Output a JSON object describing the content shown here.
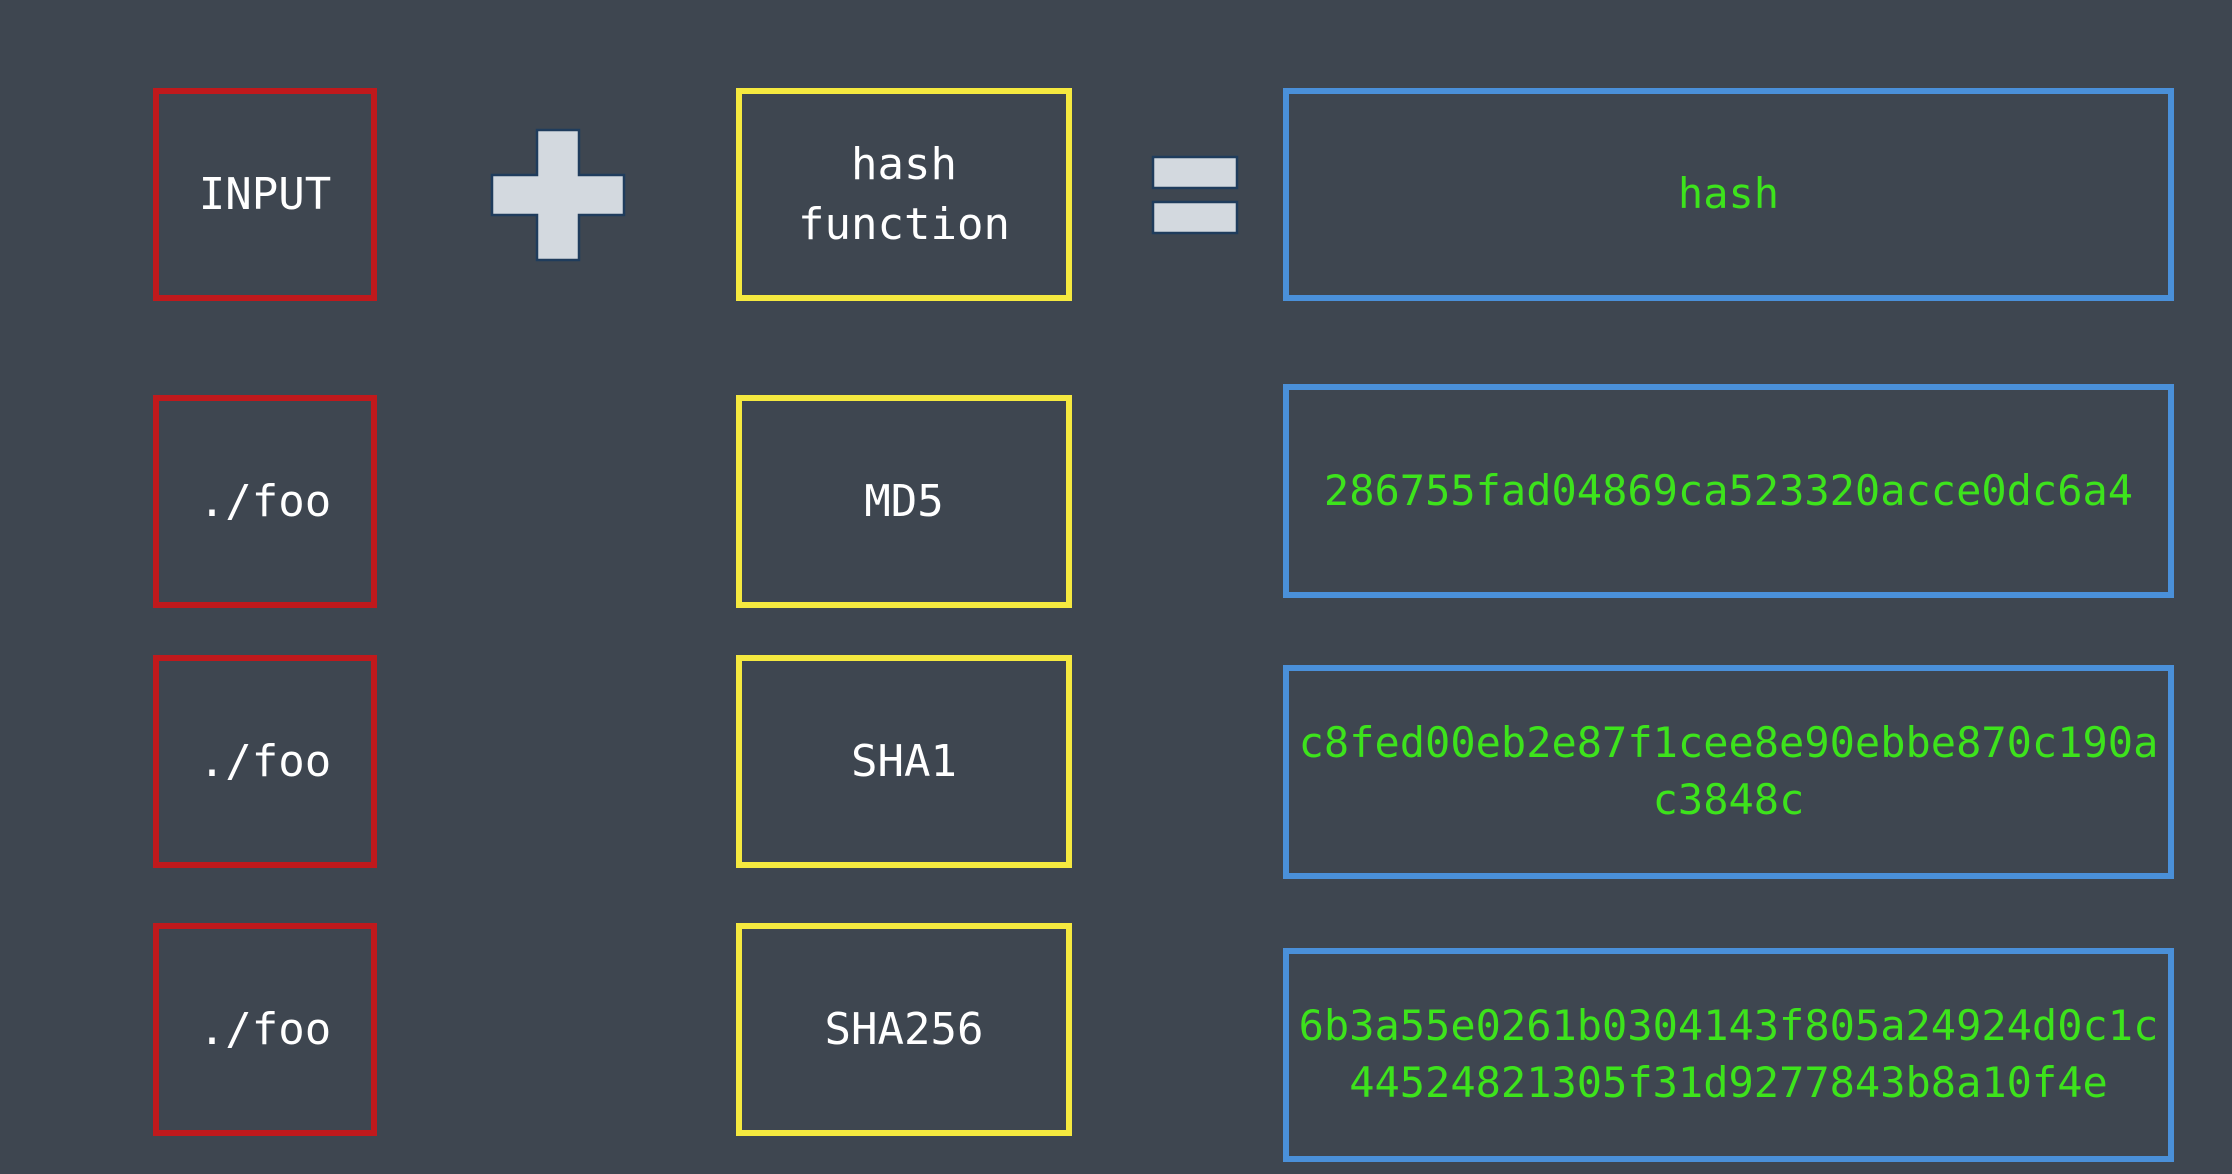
{
  "header": {
    "input_label": "INPUT",
    "function_label": "hash\nfunction",
    "output_label": "hash",
    "plus_symbol": "plus-icon",
    "equals_symbol": "equals-icon"
  },
  "rows": [
    {
      "input": "./foo",
      "function": "MD5",
      "hash": "286755fad04869ca523320acce0dc6a4"
    },
    {
      "input": "./foo",
      "function": "SHA1",
      "hash": "c8fed00eb2e87f1cee8e90ebbe870c190ac3848c"
    },
    {
      "input": "./foo",
      "function": "SHA256",
      "hash": "6b3a55e0261b0304143f805a24924d0c1c44524821305f31d9277843b8a10f4e"
    }
  ],
  "colors": {
    "background": "#3e4650",
    "input_border": "#c0191c",
    "function_border": "#f5e93f",
    "hash_border": "#4a90d9",
    "hash_text": "#3de31c",
    "operator_fill": "#d3d9df"
  }
}
